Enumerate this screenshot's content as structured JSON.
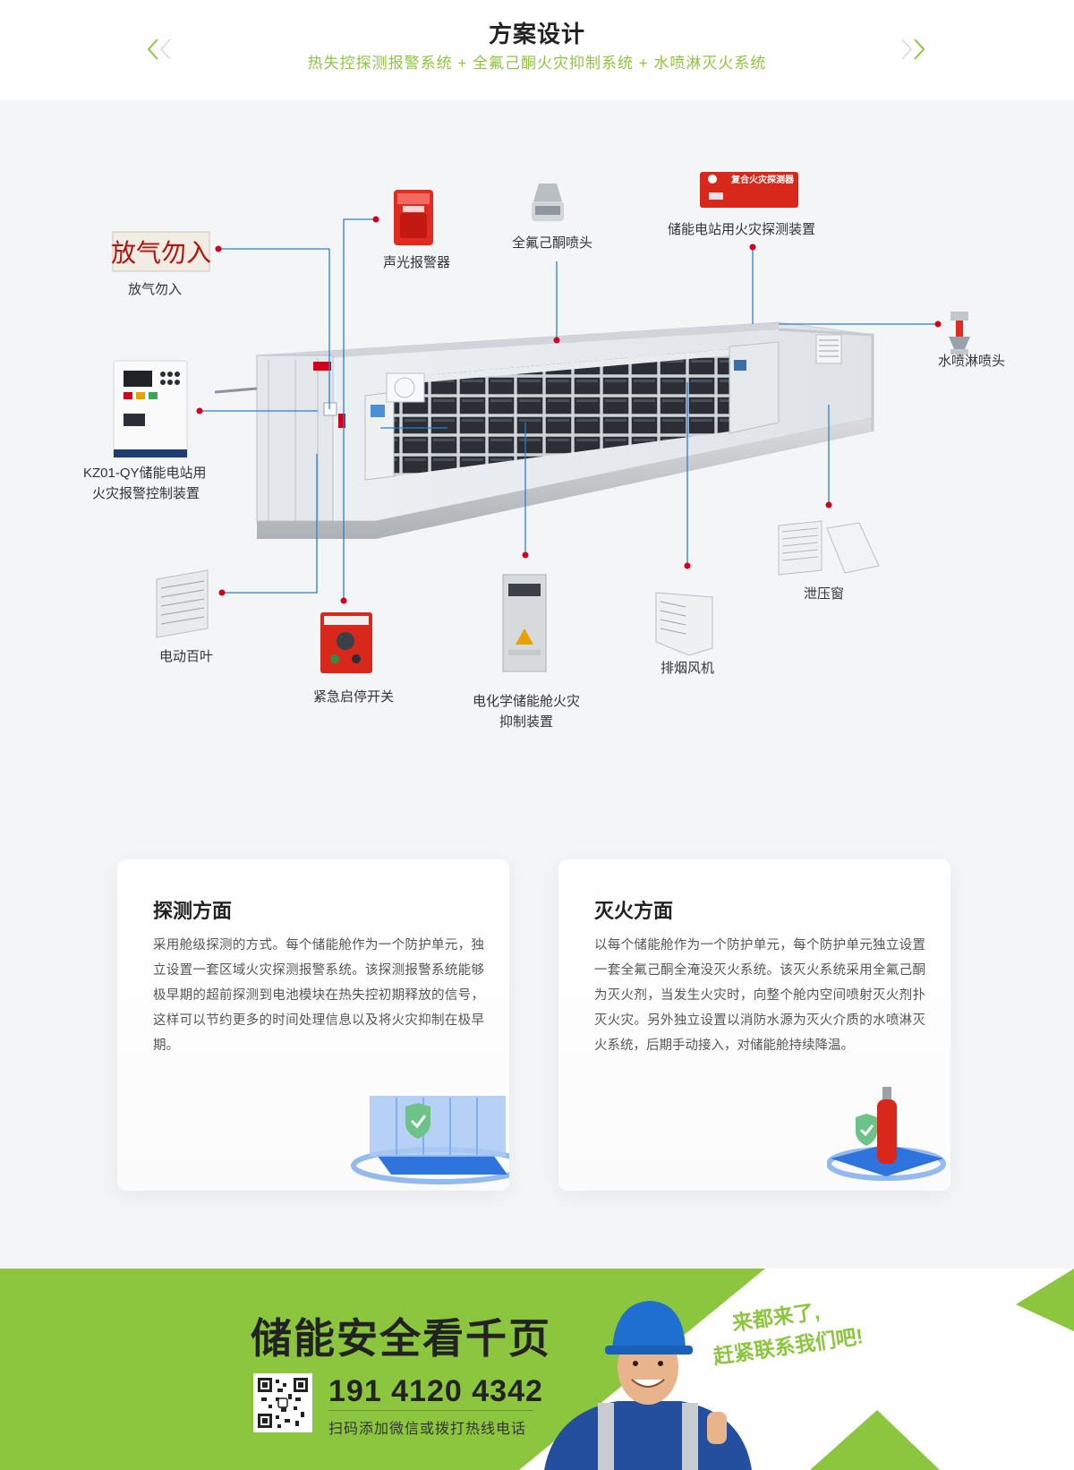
{
  "header": {
    "title": "方案设计",
    "subtitle": "热失控探测报警系统 + 全氟己酮火灾抑制系统 + 水喷淋灭火系统"
  },
  "diagram": {
    "labels": {
      "vent_sign": "放气勿入",
      "audible_alarm": "声光报警器",
      "nozzle": "全氟己酮喷头",
      "detector": "储能电站用火灾探测装置",
      "sprinkler": "水喷淋喷头",
      "controller_line1": "KZ01-QY储能电站用",
      "controller_line2": "火灾报警控制装置",
      "relief_window": "泄压窗",
      "louver": "电动百叶",
      "emergency_switch": "紧急启停开关",
      "suppression_line1": "电化学储能舱火灾",
      "suppression_line2": "抑制装置",
      "exhaust_fan": "排烟风机"
    },
    "product_texts": {
      "detector_plate": "复合火灾探测器",
      "sign_text": "放气勿入"
    }
  },
  "cards": {
    "detection": {
      "title": "探测方面",
      "body": "采用舱级探测的方式。每个储能舱作为一个防护单元，独立设置一套区域火灾探测报警系统。该探测报警系统能够极早期的超前探测到电池模块在热失控初期释放的信号，这样可以节约更多的时间处理信息以及将火灾抑制在极早期。"
    },
    "suppression": {
      "title": "灭火方面",
      "body": "以每个储能舱作为一个防护单元，每个防护单元独立设置一套全氟己酮全淹没灭火系统。该灭火系统采用全氟己酮为灭火剂，当发生火灾时，向整个舱内空间喷射灭火剂扑灭火灾。另外独立设置以消防水源为灭火介质的水喷淋灭火系统，后期手动接入，对储能舱持续降温。"
    }
  },
  "banner": {
    "title": "储能安全看千页",
    "phone": "191 4120 4342",
    "hint": "扫码添加微信或拨打热线电话",
    "slogan_line1": "来都来了,",
    "slogan_line2": "赶紧联系我们吧!"
  },
  "colors": {
    "accent_green": "#8cc63f",
    "line_blue": "#2a7fd4",
    "dot_red": "#d0021b"
  }
}
